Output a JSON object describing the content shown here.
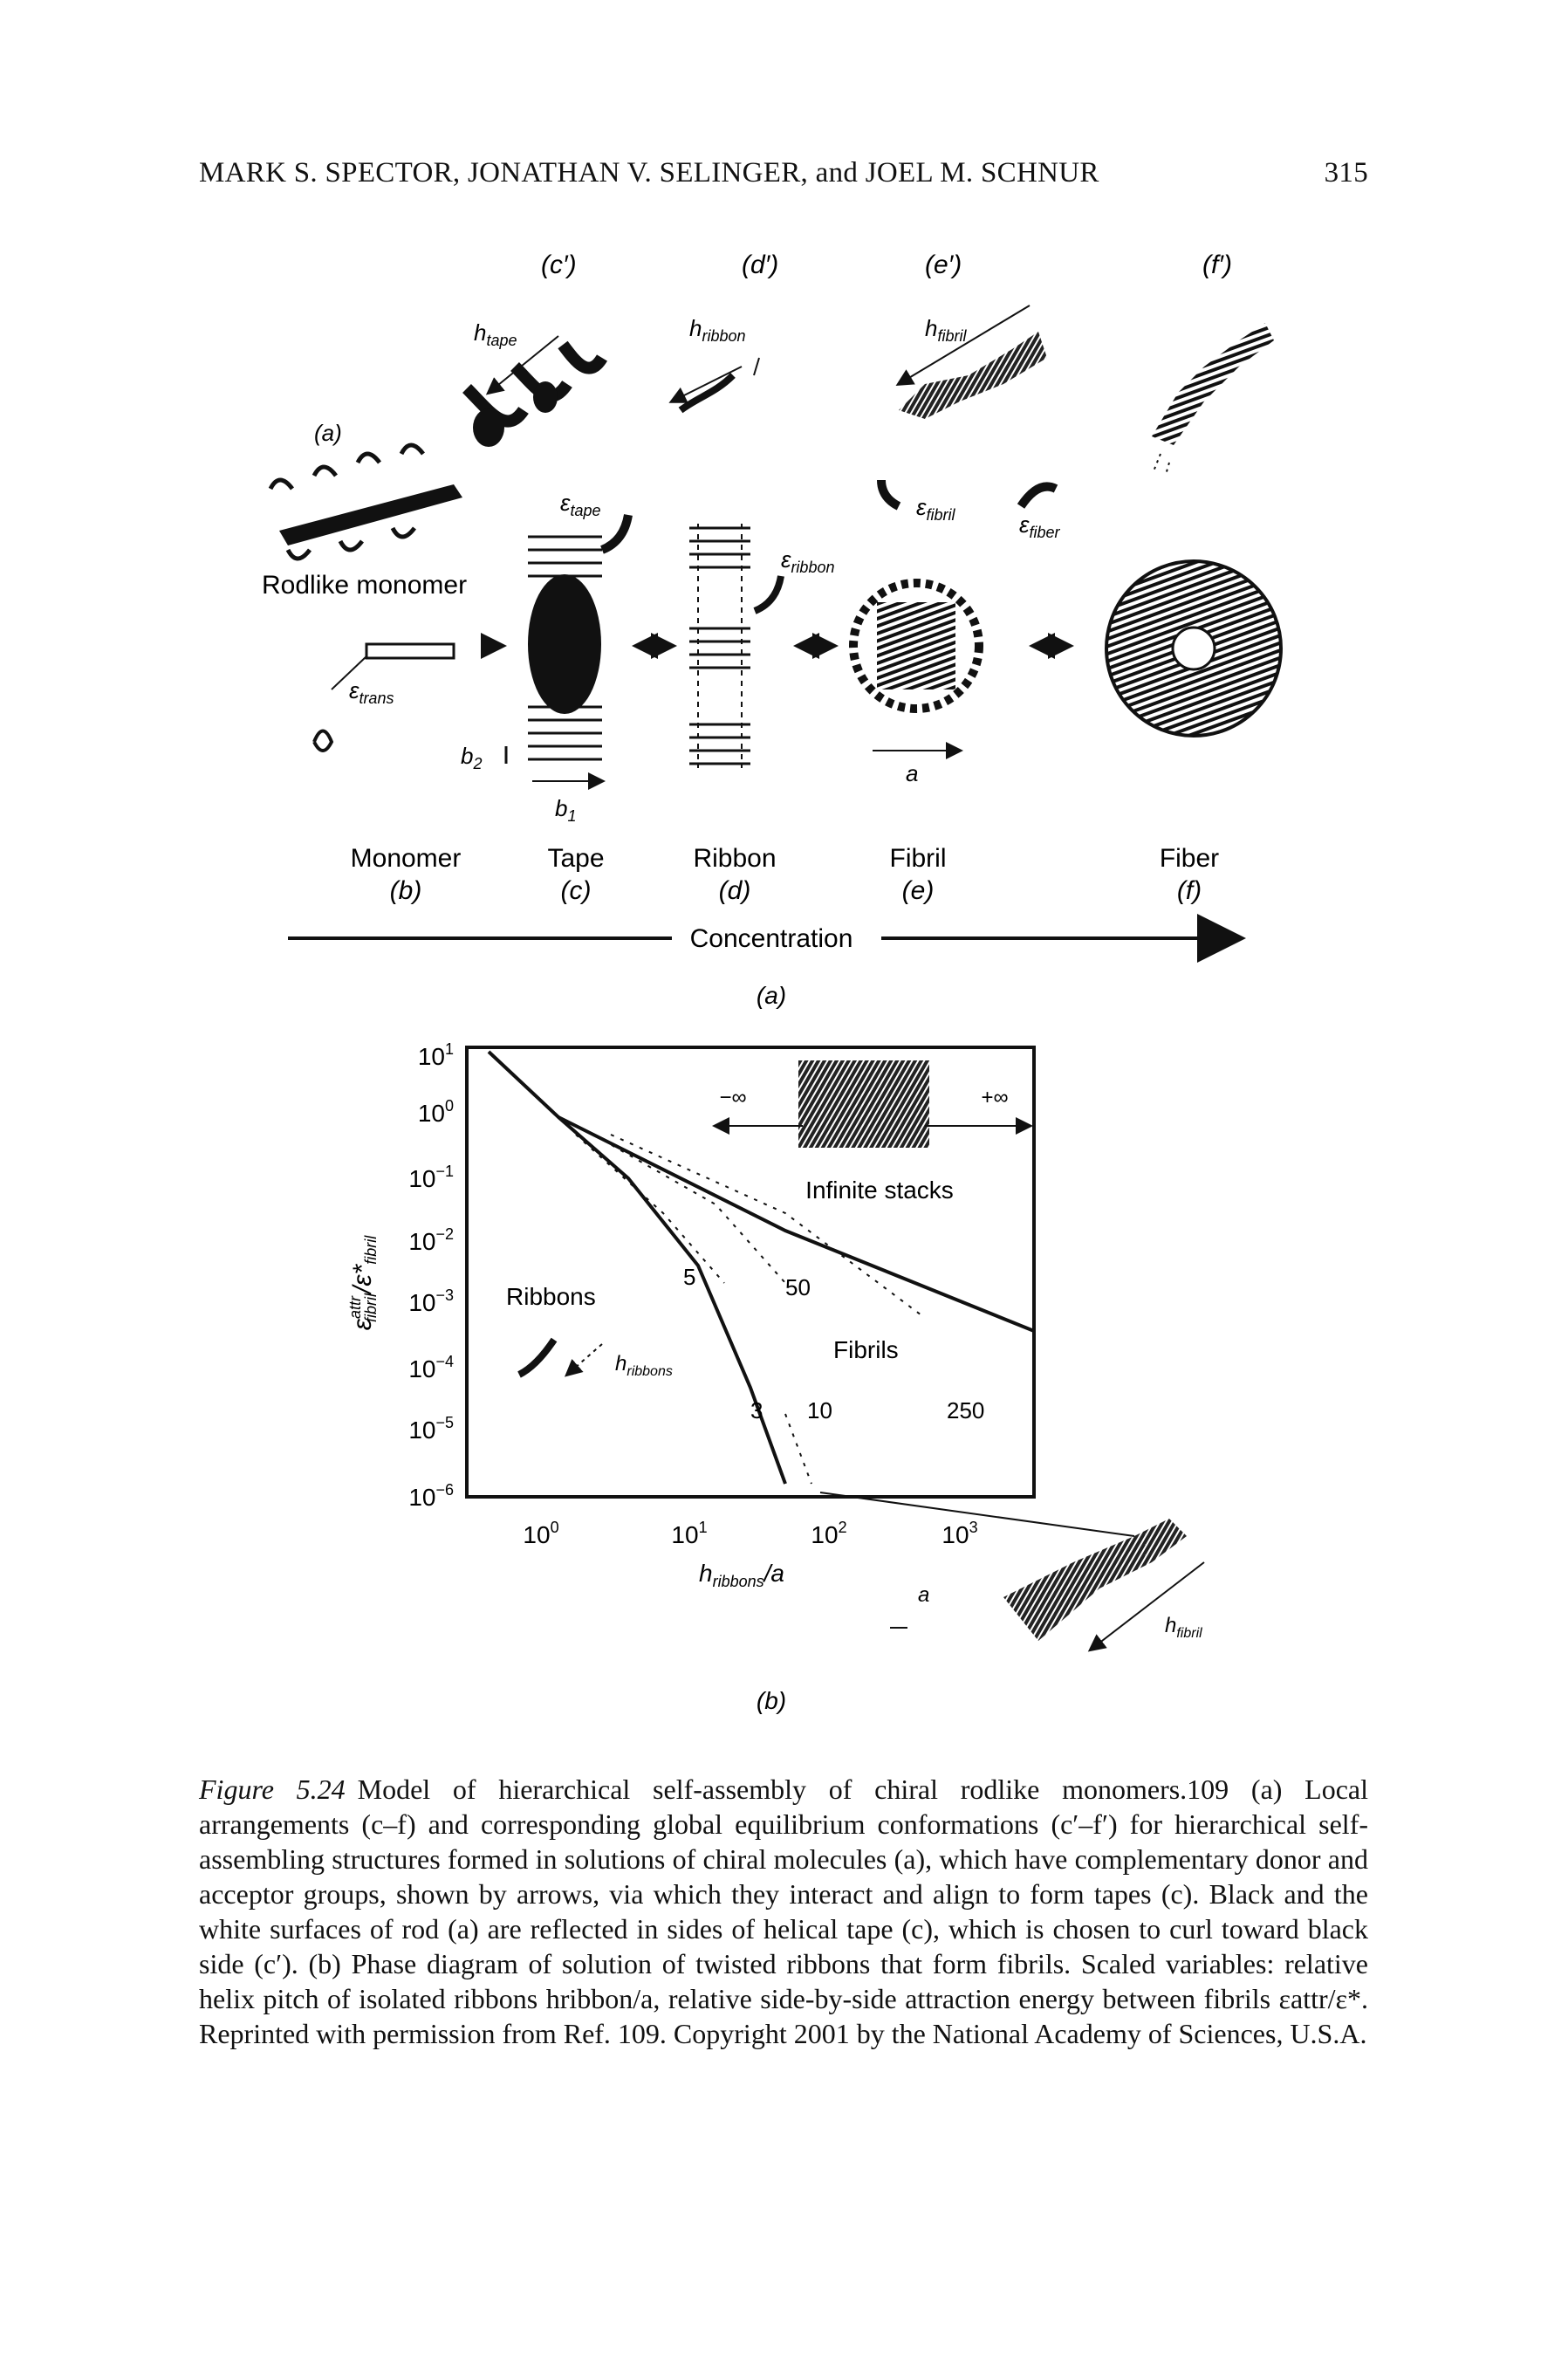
{
  "header": {
    "authors": "MARK S. SPECTOR, JONATHAN V. SELINGER, and JOEL M. SCHNUR",
    "page_number": "315"
  },
  "panel_a": {
    "top_labels": [
      "(c′)",
      "(d′)",
      "(e′)",
      "(f′)"
    ],
    "a_label": "(a)",
    "monomer_label": "Rodlike monomer",
    "h_tape": "h",
    "h_tape_sub": "tape",
    "h_ribbon": "h",
    "h_ribbon_sub": "ribbon",
    "h_fibril": "h",
    "h_fibril_sub": "fibril",
    "eps_tape": "ε",
    "eps_tape_sub": "tape",
    "eps_ribbon": "ε",
    "eps_ribbon_sub": "ribbon",
    "eps_fibril": "ε",
    "eps_fibril_sub": "fibril",
    "eps_fiber": "ε",
    "eps_fiber_sub": "fiber",
    "eps_trans": "ε",
    "eps_trans_sub": "trans",
    "b2": "b",
    "b2_sub": "2",
    "b1": "b",
    "b1_sub": "1",
    "a_dim": "a",
    "stages": [
      {
        "name": "Monomer",
        "tag": "(b)"
      },
      {
        "name": "Tape",
        "tag": "(c)"
      },
      {
        "name": "Ribbon",
        "tag": "(d)"
      },
      {
        "name": "Fibril",
        "tag": "(e)"
      },
      {
        "name": "Fiber",
        "tag": "(f)"
      }
    ],
    "concentration_label": "Concentration",
    "panel_caption": "(a)"
  },
  "panel_b": {
    "y_ticks": [
      "10",
      "10",
      "10",
      "10",
      "10",
      "10",
      "10",
      "10"
    ],
    "y_tick_exps": [
      "1",
      "0",
      "−1",
      "−2",
      "−3",
      "−4",
      "−5",
      "−6"
    ],
    "x_ticks": [
      "10",
      "10",
      "10",
      "10"
    ],
    "x_tick_exps": [
      "0",
      "1",
      "2",
      "3"
    ],
    "ylabel_main": "ε",
    "ylabel_sup": "attr",
    "ylabel_sub": "fibril",
    "ylabel_rest": "/ε*",
    "ylabel_rest_sub": "fibril",
    "xlabel": "h",
    "xlabel_sub": "ribbons",
    "xlabel_rest": "/a",
    "region_infinite": "Infinite stacks",
    "minus_inf": "−∞",
    "plus_inf": "+∞",
    "region_ribbons": "Ribbons",
    "region_fibrils": "Fibrils",
    "numbers": [
      "5",
      "50",
      "3",
      "10",
      "250"
    ],
    "h_ribbons": "h",
    "h_ribbons_sub": "ribbons",
    "h_fibril": "h",
    "h_fibril_sub": "fibril",
    "a_dim": "a",
    "panel_caption": "(b)"
  },
  "caption": {
    "label": "Figure 5.24",
    "text": "Model of hierarchical self-assembly of chiral rodlike monomers.109 (a) Local arrangements (c–f) and corresponding global equilibrium conformations (c′–f′) for hierarchical self-assembling structures formed in solutions of chiral molecules (a), which have complementary donor and acceptor groups, shown by arrows, via which they interact and align to form tapes (c). Black and the white surfaces of rod (a) are reflected in sides of helical tape (c), which is chosen to curl toward black side (c′). (b) Phase diagram of solution of twisted ribbons that form fibrils. Scaled variables: relative helix pitch of isolated ribbons hribbon/a, relative side-by-side attraction energy between fibrils εattr/ε*. Reprinted with permission from Ref. 109. Copyright 2001 by the National Academy of Sciences, U.S.A."
  }
}
